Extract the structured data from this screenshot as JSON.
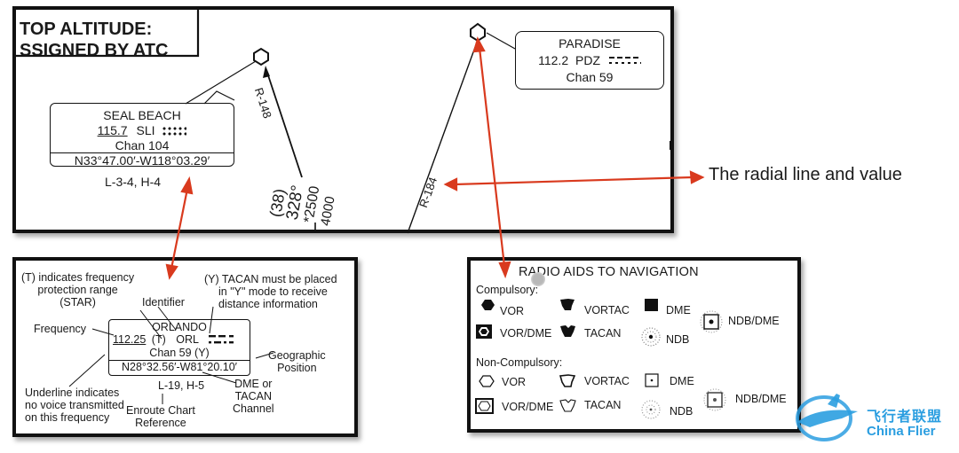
{
  "top_chart": {
    "altitude_note": {
      "line1": "TOP ALTITUDE:",
      "line2": "SSIGNED BY ATC"
    },
    "seal_beach": {
      "name": "SEAL BEACH",
      "frequency": "115.7",
      "identifier": "SLI",
      "channel": "Chan 104",
      "position": "N33°47.00′-W118°03.29′",
      "chart_ref": "L-3-4, H-4"
    },
    "paradise": {
      "name": "PARADISE",
      "frequency": "112.2",
      "identifier": "PDZ",
      "channel": "Chan 59"
    },
    "radial_148": "R-148",
    "radial_184": "R-184",
    "route": {
      "altitude": "4000",
      "min_altitude": "*2500",
      "course": "328°",
      "distance": "(38)"
    }
  },
  "callout": {
    "text": "The radial line and value"
  },
  "legend_left": {
    "t_note": {
      "line1": "(T) indicates frequency",
      "line2": "protection range",
      "line3": "(STAR)"
    },
    "identifier_note": "Identifier",
    "y_note": {
      "line1": "(Y) TACAN must be placed",
      "line2": "in \"Y\" mode to receive",
      "line3": "distance information"
    },
    "frequency_note": "Frequency",
    "geo_note": {
      "line1": "Geographic",
      "line2": "Position"
    },
    "underline_note": {
      "line1": "Underline indicates",
      "line2": "no voice transmitted",
      "line3": "on this frequency"
    },
    "enroute_note": {
      "line1": "Enroute Chart",
      "line2": "Reference"
    },
    "dme_note": {
      "line1": "DME or",
      "line2": "TACAN",
      "line3": "Channel"
    },
    "box": {
      "name": "ORLANDO",
      "frequency": "112.25",
      "t": "(T)",
      "identifier": "ORL",
      "channel": "Chan 59 (Y)",
      "position": "N28°32.56′-W81°20.10′",
      "chart_ref": "L-19, H-5"
    }
  },
  "legend_right": {
    "title": "RADIO AIDS TO NAVIGATION",
    "compulsory_heading": "Compulsory:",
    "non_compulsory_heading": "Non-Compulsory:",
    "compulsory": {
      "vor": "VOR",
      "vortac": "VORTAC",
      "dme": "DME",
      "ndb_dme": "NDB/DME",
      "vor_dme": "VOR/DME",
      "tacan": "TACAN",
      "ndb": "NDB"
    },
    "non_compulsory": {
      "vor": "VOR",
      "vortac": "VORTAC",
      "dme": "DME",
      "ndb_dme": "NDB/DME",
      "vor_dme": "VOR/DME",
      "tacan": "TACAN",
      "ndb": "NDB"
    }
  },
  "watermark": {
    "line1": "飞行者联盟",
    "line2": "China Flier"
  },
  "colors": {
    "arrow": "#d93a1e",
    "ink": "#1a1a1a",
    "watermark": "#2b9ee0"
  }
}
